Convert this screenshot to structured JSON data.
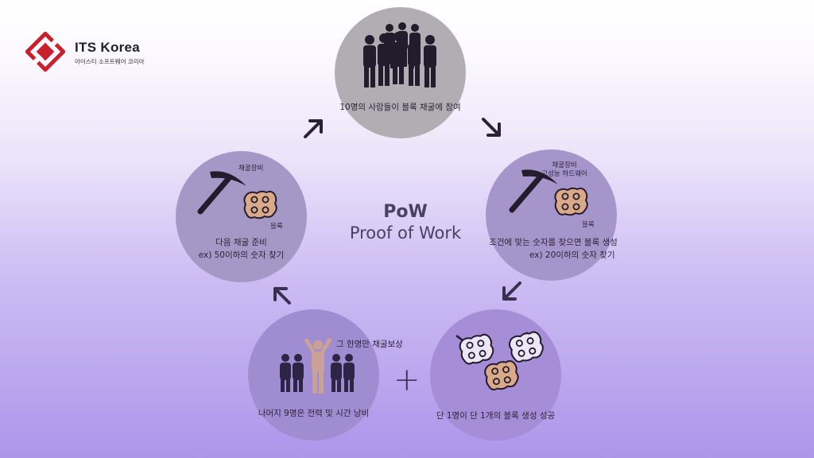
{
  "brand": {
    "name": "ITS Korea",
    "tagline": "아이스티 소프트웨어 코리아",
    "color": "#c8202c"
  },
  "center": {
    "title": "PoW",
    "subtitle": "Proof of Work"
  },
  "nodes": {
    "top": {
      "caption": "10명의 사람들이 블록 채굴에 참여"
    },
    "right": {
      "tool_label_line1": "채굴장비",
      "tool_label_line2": "고성능 하드웨어",
      "block_label": "블록",
      "caption_line1": "조건에 맞는 숫자를 찾으면 블록 생성",
      "caption_line2": "ex) 20이하의 숫자 찾기"
    },
    "bottom_right": {
      "caption": "단 1명이 단 1개의 블록 생성 성공"
    },
    "bottom_left": {
      "reward_label": "그 한명만 채굴보상",
      "caption": "나머지 9명은 전력 및 시간 낭비"
    },
    "left": {
      "tool_label": "채굴장비",
      "block_label": "블록",
      "caption_line1": "다음 채굴 준비",
      "caption_line2": "ex) 50이하의 숫자 찾기"
    }
  },
  "plus_symbol": "+",
  "colors": {
    "icon_dark": "#231c2c",
    "block_fill": "#d9a98a",
    "block_white": "#ece6f6",
    "winner": "#c9a197"
  }
}
